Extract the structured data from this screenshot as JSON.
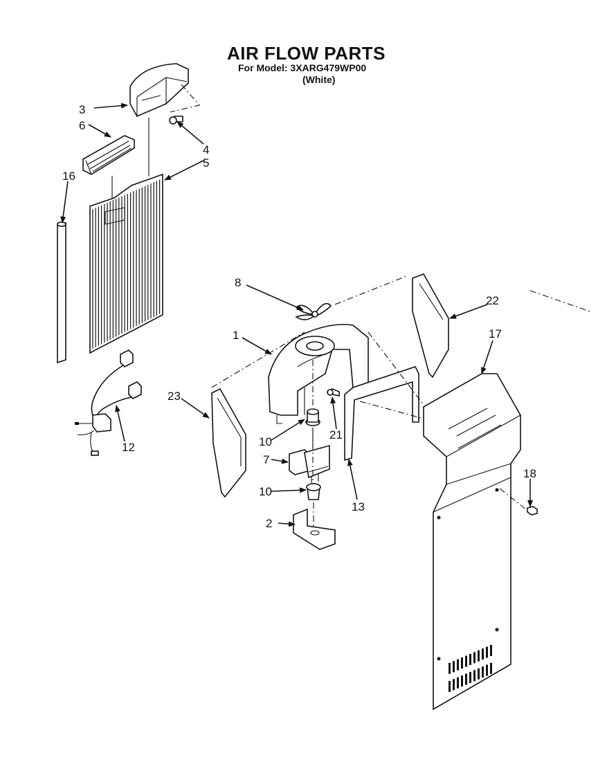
{
  "title": "AIR FLOW PARTS",
  "model_line": "For Model: 3XARG479WP00",
  "variant_line": "(White)",
  "callouts": [
    {
      "id": "c1",
      "label": "1"
    },
    {
      "id": "c2",
      "label": "2"
    },
    {
      "id": "c3",
      "label": "3"
    },
    {
      "id": "c4",
      "label": "4"
    },
    {
      "id": "c5",
      "label": "5"
    },
    {
      "id": "c6",
      "label": "6"
    },
    {
      "id": "c7",
      "label": "7"
    },
    {
      "id": "c8",
      "label": "8"
    },
    {
      "id": "c10a",
      "label": "10"
    },
    {
      "id": "c10b",
      "label": "10"
    },
    {
      "id": "c12",
      "label": "12"
    },
    {
      "id": "c13",
      "label": "13"
    },
    {
      "id": "c16",
      "label": "16"
    },
    {
      "id": "c17",
      "label": "17"
    },
    {
      "id": "c18",
      "label": "18"
    },
    {
      "id": "c21",
      "label": "21"
    },
    {
      "id": "c22",
      "label": "22"
    },
    {
      "id": "c23",
      "label": "23"
    }
  ]
}
